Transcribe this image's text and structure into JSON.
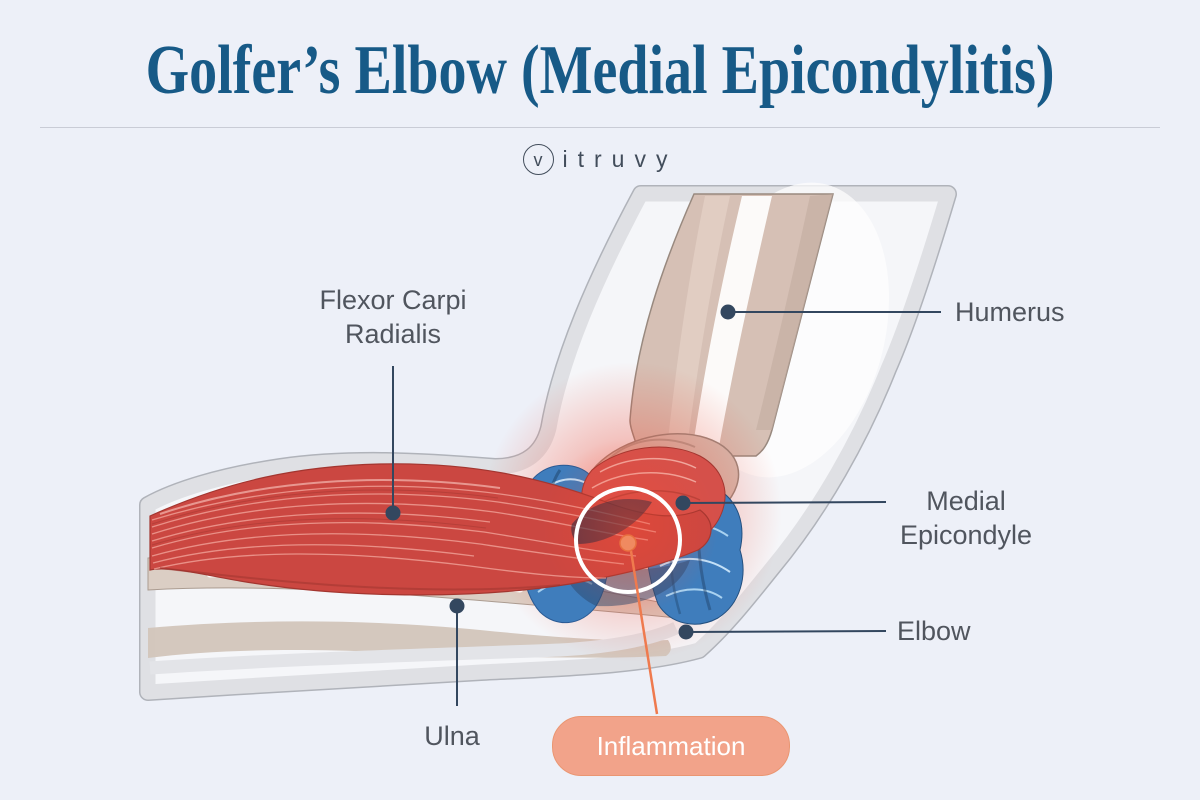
{
  "title": "Golfer’s Elbow (Medial Epicondylitis)",
  "brand": {
    "mark_letter": "v",
    "name_rest": "itruvy"
  },
  "labels": {
    "flexor_line1": "Flexor Carpi",
    "flexor_line2": "Radialis",
    "humerus": "Humerus",
    "medial_line1": "Medial",
    "medial_line2": "Epicondyle",
    "elbow": "Elbow",
    "ulna": "Ulna",
    "inflammation": "Inflammation"
  },
  "colors": {
    "background": "#edf0f8",
    "title_text": "#175a87",
    "label_text": "#50555e",
    "leader_line": "#33475f",
    "anchor_dot": "#33475f",
    "inflammation_badge_bg": "#f2a38a",
    "inflammation_badge_text": "#ffffff",
    "inflammation_accent": "#ef7a4e",
    "annotation_ring": "#ffffff",
    "muscle_red": "#cb4741",
    "tendon_blue": "#3f7dbc",
    "bone_tan": "#d6c0b5",
    "arm_outline": "#b0b3ba"
  }
}
